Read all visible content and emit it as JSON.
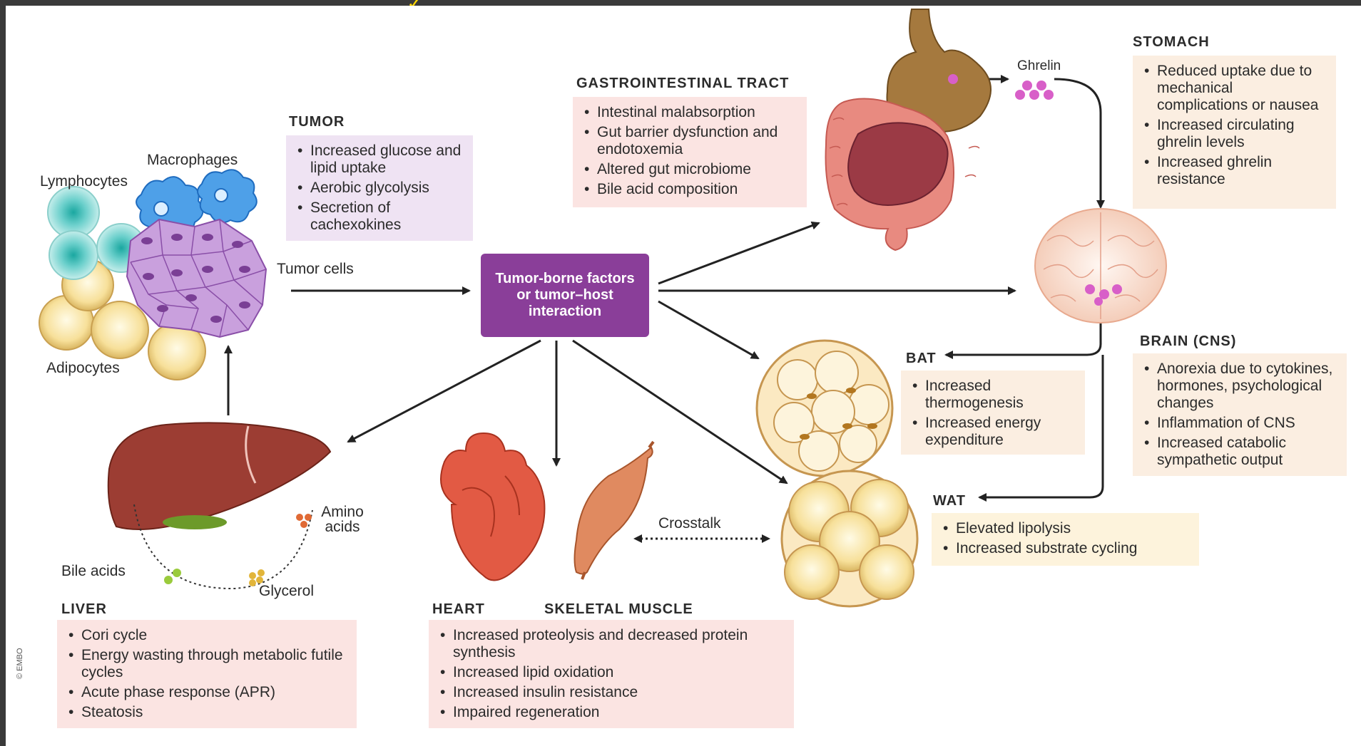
{
  "center": {
    "text": "Tumor-borne factors or tumor–host interaction"
  },
  "tumor": {
    "heading": "TUMOR",
    "items": [
      "Increased glucose and lipid uptake",
      "Aerobic glycolysis",
      "Secretion of cachexokines"
    ],
    "labels": {
      "macrophages": "Macrophages",
      "lymphocytes": "Lymphocytes",
      "tumor_cells": "Tumor cells",
      "adipocytes": "Adipocytes"
    }
  },
  "gi": {
    "heading": "GASTROINTESTINAL TRACT",
    "items": [
      "Intestinal malabsorption",
      "Gut barrier dysfunction and endotoxemia",
      "Altered gut microbiome",
      "Bile acid composition"
    ]
  },
  "stomach": {
    "heading": "STOMACH",
    "ghrelin_label": "Ghrelin",
    "items": [
      "Reduced uptake due to mechanical complications or nausea",
      "Increased circulating ghrelin levels",
      "Increased ghrelin resistance"
    ]
  },
  "brain": {
    "heading": "BRAIN (CNS)",
    "items": [
      "Anorexia due to cytokines, hormones, psychological changes",
      "Inflammation of CNS",
      "Increased catabolic sympathetic output"
    ]
  },
  "bat": {
    "heading": "BAT",
    "items": [
      "Increased thermogenesis",
      "Increased energy expenditure"
    ]
  },
  "wat": {
    "heading": "WAT",
    "items": [
      "Elevated lipolysis",
      "Increased substrate cycling"
    ]
  },
  "liver": {
    "heading": "LIVER",
    "items": [
      "Cori cycle",
      "Energy wasting through metabolic futile cycles",
      "Acute phase response (APR)",
      "Steatosis"
    ],
    "labels": {
      "amino_acids": "Amino acids",
      "bile_acids": "Bile acids",
      "glycerol": "Glycerol"
    }
  },
  "muscle": {
    "heading_heart": "HEART",
    "heading_muscle": "SKELETAL MUSCLE",
    "crosstalk": "Crosstalk",
    "items": [
      "Increased proteolysis and decreased protein synthesis",
      "Increased lipid oxidation",
      "Increased insulin resistance",
      "Impaired regeneration"
    ]
  },
  "credit": "© EMBO",
  "colors": {
    "center": "#8a3e99",
    "pink_box": "#fbe4e2",
    "lavender_box": "#efe3f3",
    "peach_box": "#fbeee1",
    "cream_box": "#fdf3dc",
    "ghrelin": "#d85fc8",
    "tumor_cells": "#c9a0dd",
    "lymphocyte": "#6cd0cc",
    "macrophage": "#3a8ee0",
    "adipocyte": "#f5d98c",
    "liver": "#9c3d33",
    "heart": "#e25a44",
    "muscle": "#e08a60"
  }
}
